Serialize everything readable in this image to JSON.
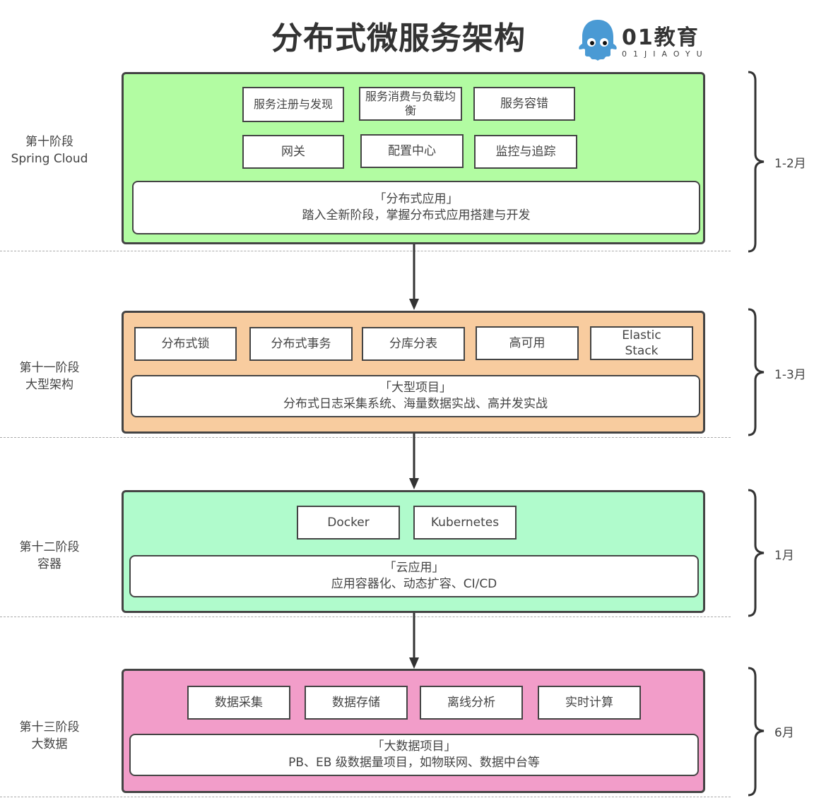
{
  "title": "分布式微服务架构",
  "logo": {
    "name": "01教育",
    "subtitle": "01JIAOYU",
    "icon": "octopus-mascot-icon",
    "color": "#4a9ad4"
  },
  "stages": [
    {
      "label_line1": "第十阶段",
      "label_line2": "Spring Cloud",
      "color": "#b2fca2",
      "duration": "1-2月",
      "modules": [
        "服务注册与发现",
        "服务消费与负载均衡",
        "服务容错",
        "网关",
        "配置中心",
        "监控与追踪"
      ],
      "project_title": "「分布式应用」",
      "project_desc": "踏入全新阶段，掌握分布式应用搭建与开发"
    },
    {
      "label_line1": "第十一阶段",
      "label_line2": "大型架构",
      "color": "#f8cc9f",
      "duration": "1-3月",
      "modules": [
        "分布式锁",
        "分布式事务",
        "分库分表",
        "高可用",
        "Elastic Stack"
      ],
      "project_title": "「大型项目」",
      "project_desc": "分布式日志采集系统、海量数据实战、高并发实战"
    },
    {
      "label_line1": "第十二阶段",
      "label_line2": "容器",
      "color": "#b0fbcc",
      "duration": "1月",
      "modules": [
        "Docker",
        "Kubernetes"
      ],
      "project_title": "「云应用」",
      "project_desc": "应用容器化、动态扩容、CI/CD"
    },
    {
      "label_line1": "第十三阶段",
      "label_line2": "大数据",
      "color": "#f29dc9",
      "duration": "6月",
      "modules": [
        "数据采集",
        "数据存储",
        "离线分析",
        "实时计算"
      ],
      "project_title": "「大数据项目」",
      "project_desc": "PB、EB 级数据量项目，如物联网、数据中台等"
    }
  ]
}
